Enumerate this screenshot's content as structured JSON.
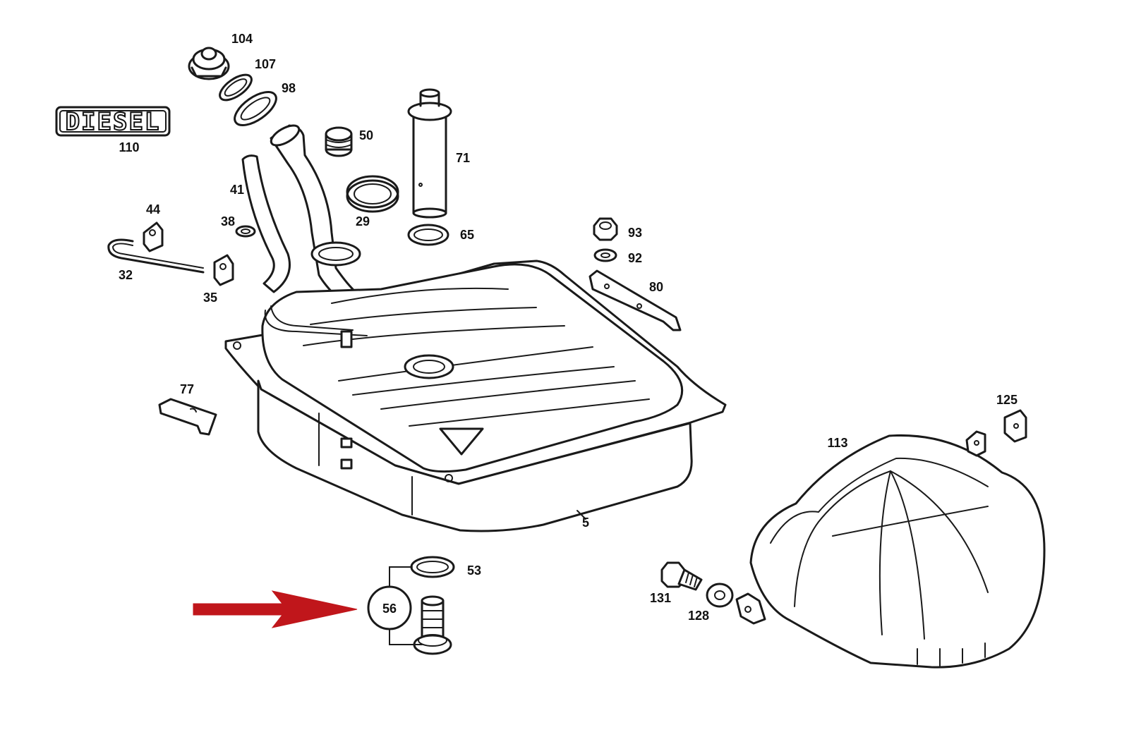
{
  "diagram": {
    "badge_text": "DIESEL",
    "callouts": [
      "104",
      "107",
      "98",
      "110",
      "50",
      "71",
      "41",
      "38",
      "44",
      "32",
      "35",
      "29",
      "65",
      "93",
      "92",
      "80",
      "77",
      "5",
      "125",
      "113",
      "53",
      "56",
      "131",
      "128"
    ],
    "highlight_callout": "56",
    "arrow_color": "#c0161b",
    "line_color": "#1a1a1a"
  }
}
